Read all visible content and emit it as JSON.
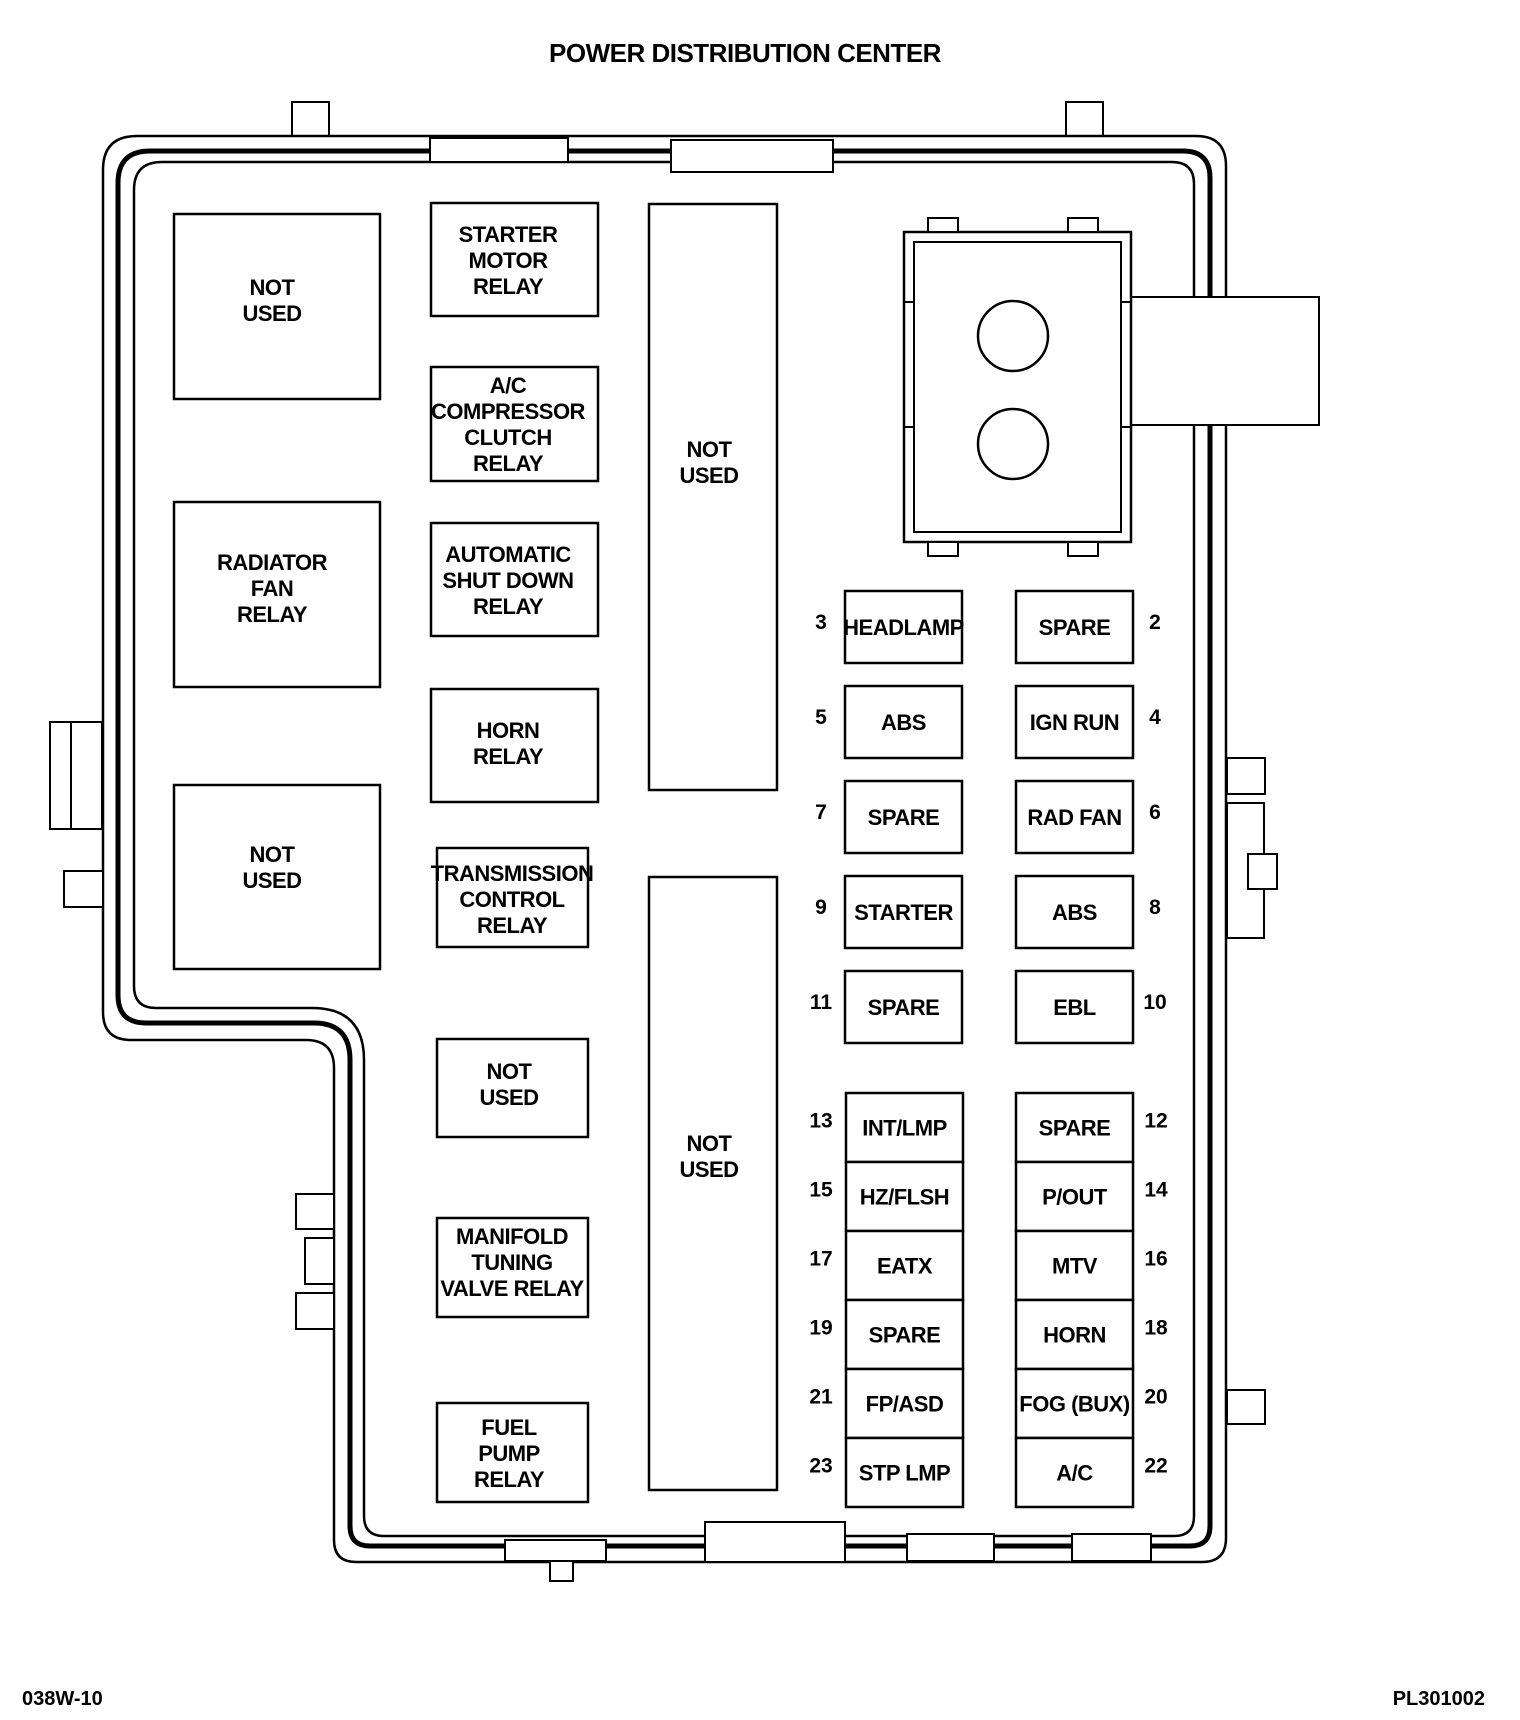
{
  "title": "POWER DISTRIBUTION CENTER",
  "footer_left": "038W-10",
  "footer_right": "PL301002",
  "relays": {
    "not_used_a": [
      "NOT",
      "USED"
    ],
    "radiator_fan": [
      "RADIATOR",
      "FAN",
      "RELAY"
    ],
    "not_used_b": [
      "NOT",
      "USED"
    ],
    "starter_motor": [
      "STARTER",
      "MOTOR",
      "RELAY"
    ],
    "ac_compressor": [
      "A/C",
      "COMPRESSOR",
      "CLUTCH",
      "RELAY"
    ],
    "asd": [
      "AUTOMATIC",
      "SHUT DOWN",
      "RELAY"
    ],
    "horn": [
      "HORN",
      "RELAY"
    ],
    "transmission": [
      "TRANSMISSION",
      "CONTROL",
      "RELAY"
    ],
    "not_used_c": [
      "NOT",
      "USED"
    ],
    "manifold": [
      "MANIFOLD",
      "TUNING",
      "VALVE RELAY"
    ],
    "fuel_pump": [
      "FUEL",
      "PUMP",
      "RELAY"
    ],
    "tall_upper": [
      "NOT",
      "USED"
    ],
    "tall_lower": [
      "NOT",
      "USED"
    ]
  },
  "fuses_left": [
    {
      "num": "3",
      "label": "HEADLAMP"
    },
    {
      "num": "5",
      "label": "ABS"
    },
    {
      "num": "7",
      "label": "SPARE"
    },
    {
      "num": "9",
      "label": "STARTER"
    },
    {
      "num": "11",
      "label": "SPARE"
    }
  ],
  "fuses_right": [
    {
      "num": "2",
      "label": "SPARE"
    },
    {
      "num": "4",
      "label": "IGN RUN"
    },
    {
      "num": "6",
      "label": "RAD FAN"
    },
    {
      "num": "8",
      "label": "ABS"
    },
    {
      "num": "10",
      "label": "EBL"
    }
  ],
  "mini_left": [
    {
      "num": "13",
      "label": "INT/LMP"
    },
    {
      "num": "15",
      "label": "HZ/FLSH"
    },
    {
      "num": "17",
      "label": "EATX"
    },
    {
      "num": "19",
      "label": "SPARE"
    },
    {
      "num": "21",
      "label": "FP/ASD"
    },
    {
      "num": "23",
      "label": "STP LMP"
    }
  ],
  "mini_right": [
    {
      "num": "12",
      "label": "SPARE"
    },
    {
      "num": "14",
      "label": "P/OUT"
    },
    {
      "num": "16",
      "label": "MTV"
    },
    {
      "num": "18",
      "label": "HORN"
    },
    {
      "num": "20",
      "label": "FOG (BUX)"
    },
    {
      "num": "22",
      "label": "A/C"
    }
  ]
}
